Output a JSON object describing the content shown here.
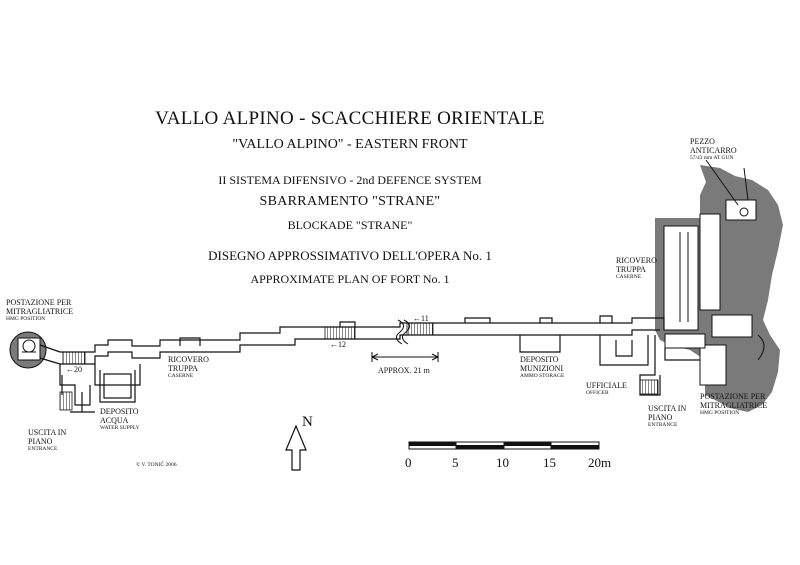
{
  "titles": {
    "main": "VALLO ALPINO - SCACCHIERE ORIENTALE",
    "main_en": "\"VALLO ALPINO\" - EASTERN FRONT",
    "system": "II SISTEMA DIFENSIVO - 2nd DEFENCE SYSTEM",
    "blockade": "SBARRAMENTO  \"STRANE\"",
    "blockade_en": "BLOCKADE \"STRANE\"",
    "plan": "DISEGNO APPROSSIMATIVO DELL'OPERA No. 1",
    "plan_en": "APPROXIMATE PLAN OF  FORT No. 1"
  },
  "labels": {
    "hmg_left": "POSTAZIONE PER MITRAGLIATRICE",
    "hmg_left_en": "HMG POSITION",
    "entrance_left": "USCITA IN PIANO",
    "entrance_left_en": "ENTRANCE",
    "water": "DEPOSITO ACQUA",
    "water_en": "WATER SUPPLY",
    "barracks_mid": "RICOVERO TRUPPA",
    "barracks_mid_en": "CASERNE",
    "approx": "APPROX. 21 m",
    "ammo": "DEPOSITO MUNIZIONI",
    "ammo_en": "AMMO STORAGE",
    "officer": "UFFICIALE",
    "officer_en": "OFFICER",
    "entrance_right": "USCITA IN PIANO",
    "entrance_right_en": "ENTRANCE",
    "hmg_right": "POSTAZIONE PER MITRAGLIATRICE",
    "hmg_right_en": "HMG POSITION",
    "barracks_right": "RICOVERO TRUPPA",
    "barracks_right_en": "CASERNE",
    "antitank": "PEZZO ANTICARRO",
    "antitank_en": "57/43 mm AT GUN",
    "steps_20": "←20",
    "steps_12": "←12",
    "steps_11": "←11",
    "credit": "© V. TONIČ 2006."
  },
  "north": "N",
  "scale": {
    "ticks": [
      "0",
      "5",
      "10",
      "15",
      "20m"
    ]
  },
  "colors": {
    "ink": "#111111",
    "rock_fill": "#7a7a7a",
    "background": "#ffffff"
  }
}
